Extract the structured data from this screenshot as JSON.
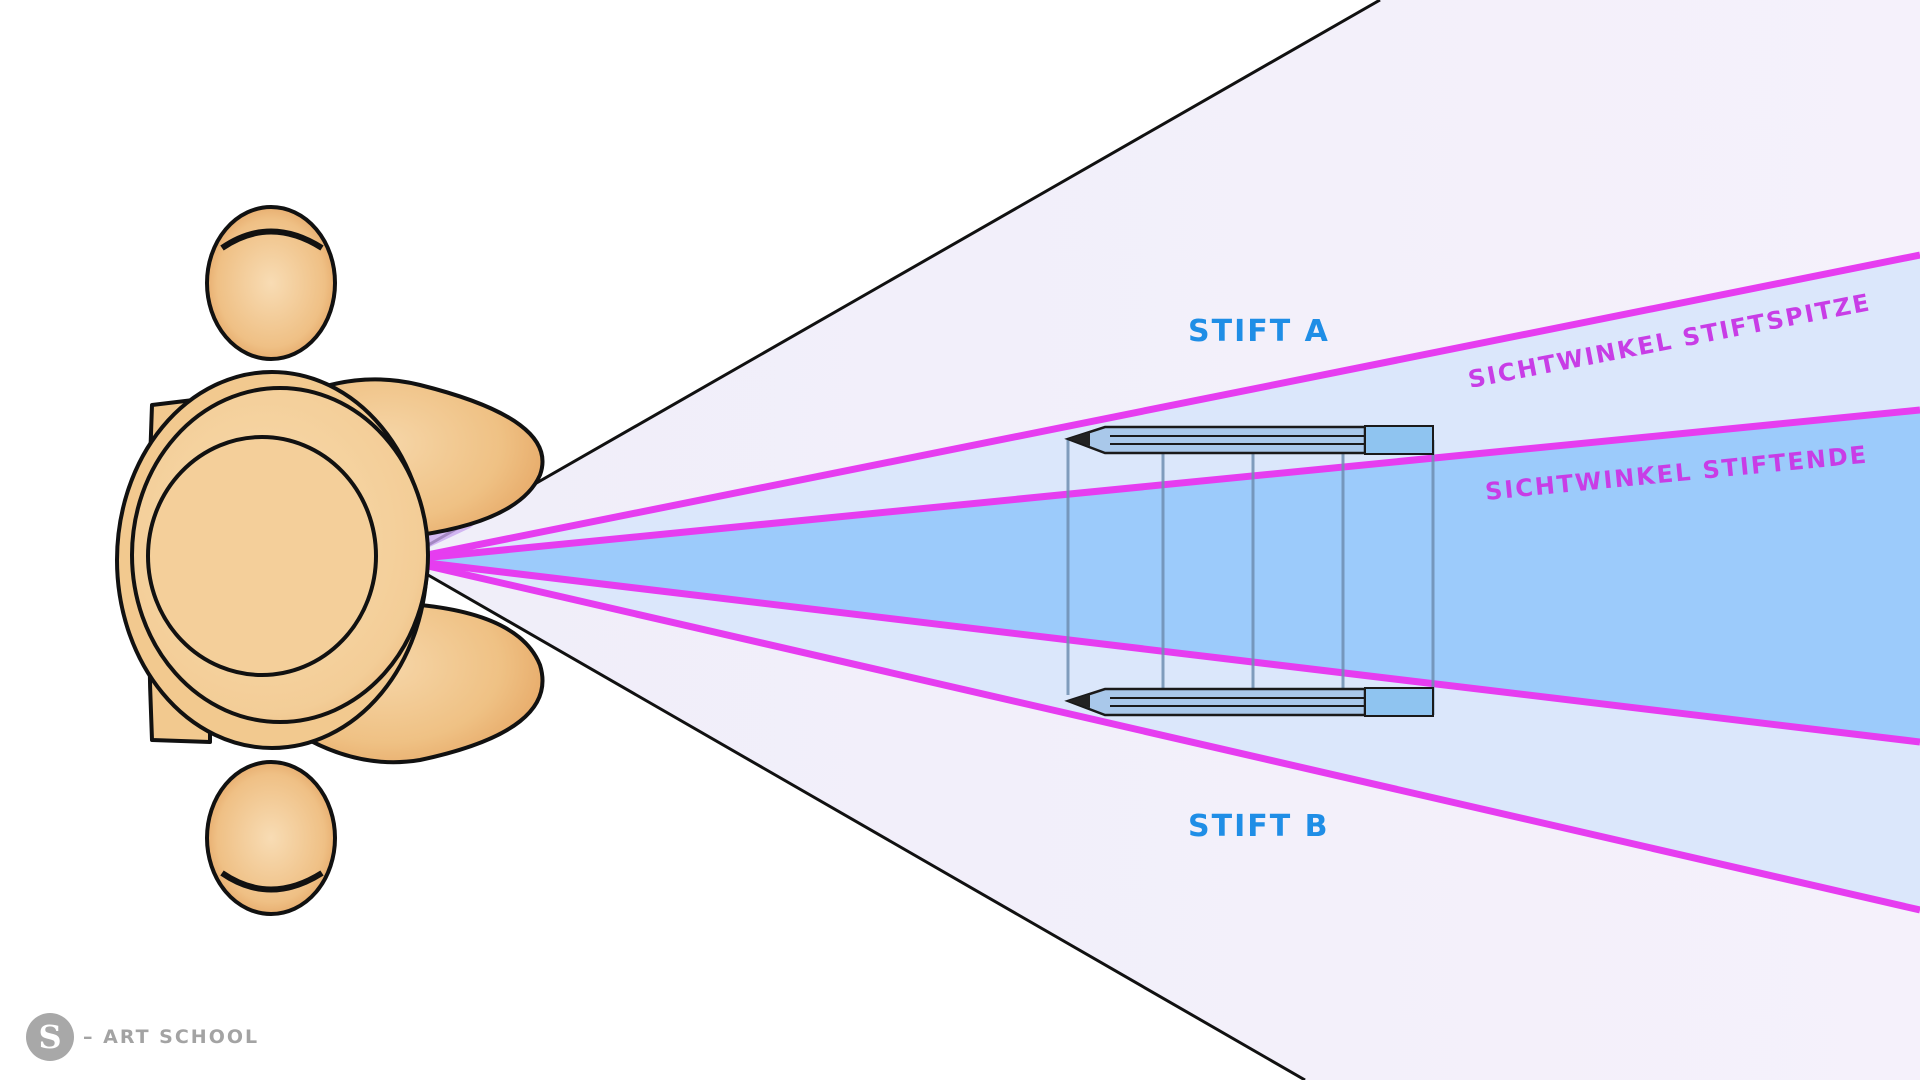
{
  "labels": {
    "pen_a": "STIFT A",
    "pen_b": "STIFT B",
    "angle_tip": "SICHTWINKEL STIFTSPITZE",
    "angle_end": "SICHTWINKEL STIFTENDE"
  },
  "logo": {
    "initial": "S",
    "text": "– ART SCHOOL"
  },
  "colors": {
    "field_of_view": "#f4f0fb",
    "tip_cone": "#dbe7fb",
    "end_cone": "#9ccbfb",
    "sightline": "#e63df0",
    "pen_label": "#1f8ee6",
    "angle_label": "#c83de6",
    "skin": "#f2c98f",
    "skin_shade": "#dd9c5a",
    "pen_body": "#a9c8ea",
    "pen_cap": "#8fc4f0"
  },
  "icons": {
    "person": "person-top-view-icon",
    "pencil": "pencil-icon",
    "logo": "logo-s-icon"
  }
}
